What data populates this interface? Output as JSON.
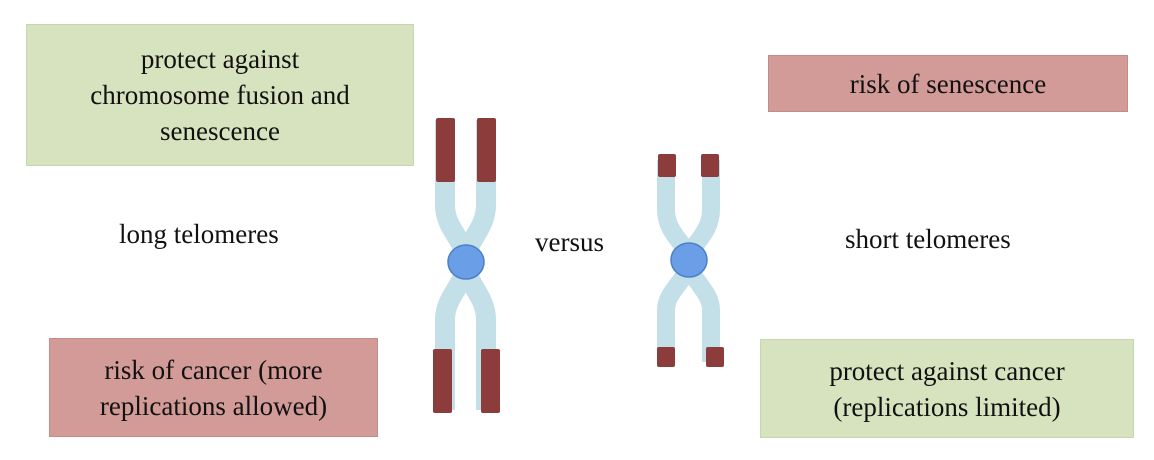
{
  "long": {
    "caption": "long telomeres",
    "benefit": "protect against\nchromosome fusion and\nsenescence",
    "risk": "risk of cancer (more\nreplications allowed)"
  },
  "short": {
    "caption": "short telomeres",
    "risk": "risk of senescence",
    "benefit": "protect against cancer\n(replications limited)"
  },
  "versus": "versus",
  "colors": {
    "benefit_box": "#d7e3be",
    "risk_box": "#d29b98",
    "telomere": "#8b3c3b",
    "chromatid": "#c3dfe8",
    "centromere": "#6a9ee6"
  }
}
